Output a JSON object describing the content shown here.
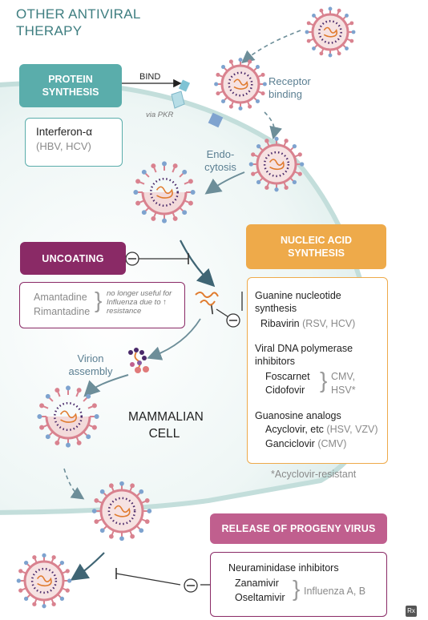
{
  "title": "OTHER ANTIVIRAL THERAPY",
  "protein_synthesis": {
    "header": "PROTEIN SYNTHESIS",
    "bind_label": "BIND",
    "via_label": "via PKR",
    "drug": "Interferon-α",
    "indication": "(HBV, HCV)"
  },
  "receptor_binding_label": "Receptor binding",
  "endocytosis_label": "Endo-cytosis",
  "uncoating": {
    "header": "UNCOATING",
    "inhibit_symbol": "−",
    "drugs": [
      "Amantadine",
      "Rimantadine"
    ],
    "note": "no longer useful for Influenza due to ↑ resistance"
  },
  "nucleic_acid": {
    "header": "NUCLEIC ACID SYNTHESIS",
    "inhibit_symbol": "−",
    "guanine_title": "Guanine nucleotide synthesis",
    "ribavirin": "Ribavirin",
    "ribavirin_ind": "(RSV, HCV)",
    "dna_pol_title": "Viral DNA polymerase inhibitors",
    "foscarnet": "Foscarnet",
    "cidofovir": "Cidofovir",
    "cmv": "CMV,",
    "hsv": "HSV*",
    "guanosine_title": "Guanosine analogs",
    "acyclovir": "Acyclovir, etc",
    "acyclovir_ind": "(HSV, VZV)",
    "ganciclovir": "Ganciclovir",
    "ganciclovir_ind": "(CMV)",
    "footnote": "*Acyclovir-resistant"
  },
  "virion_assembly_label": "Virion assembly",
  "cell_label": "MAMMALIAN CELL",
  "release": {
    "header": "RELEASE OF PROGENY VIRUS",
    "inhibit_symbol": "−",
    "group_title": "Neuraminidase inhibitors",
    "drugs": [
      "Zanamivir",
      "Oseltamivir"
    ],
    "indication": "Influenza A, B"
  },
  "logo": "Rx",
  "colors": {
    "teal": "#5aadab",
    "purple": "#8a2a66",
    "orange": "#eeaa4a",
    "pink": "#c05f8e",
    "virus_spike": "#d9828f",
    "virus_tip_blue": "#7ea3cf",
    "rna": "#e07b2e"
  }
}
